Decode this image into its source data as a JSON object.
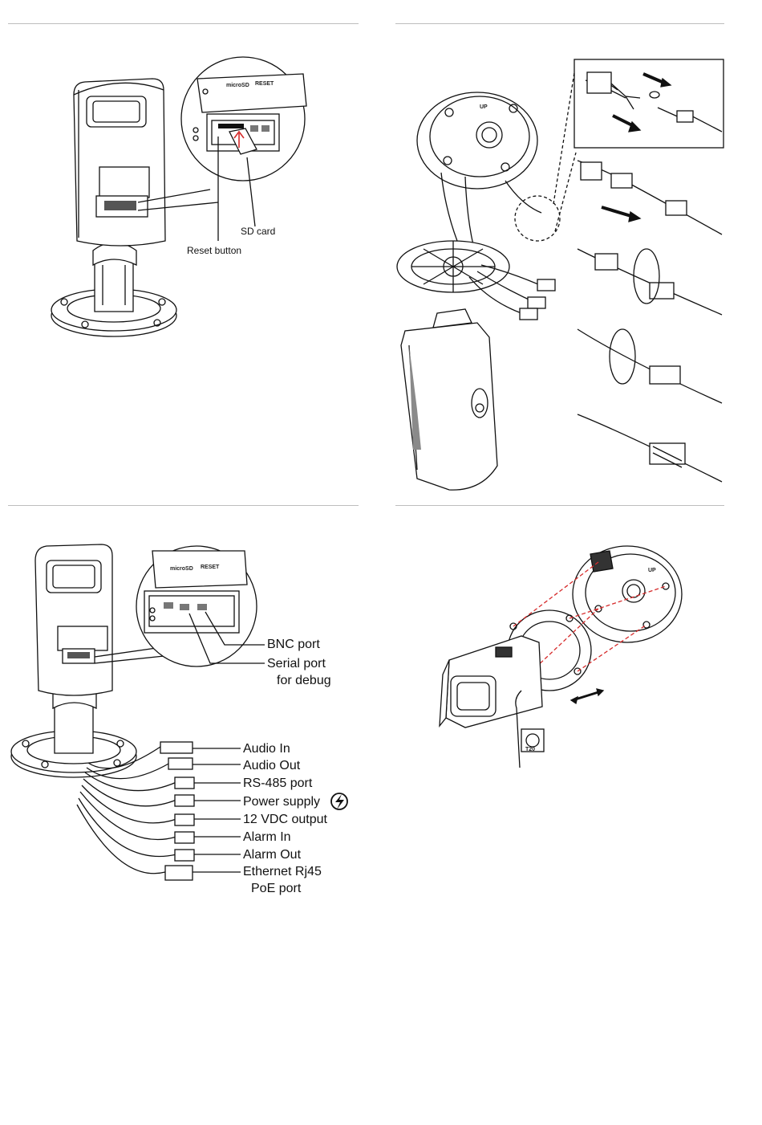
{
  "panel1": {
    "tiny_labels": {
      "microsd": "microSD",
      "reset": "RESET"
    },
    "labels": {
      "sd_card": "SD card",
      "reset_button": "Reset button"
    }
  },
  "panel3": {
    "tiny_labels": {
      "microsd": "microSD",
      "reset": "RESET"
    },
    "labels": {
      "bnc": "BNC port",
      "serial_line1": "Serial port",
      "serial_line2": "for debug"
    },
    "connectors": [
      {
        "label": "Audio In"
      },
      {
        "label": "Audio Out"
      },
      {
        "label": "RS-485 port"
      },
      {
        "label": "Power supply"
      },
      {
        "label": "12 VDC output"
      },
      {
        "label": "Alarm In"
      },
      {
        "label": "Alarm Out"
      },
      {
        "label": "Ethernet Rj45",
        "label2": "PoE port"
      }
    ],
    "icons": {
      "power": "lightning-bolt-icon"
    }
  },
  "panel4": {
    "tiny_labels": {
      "up": "UP",
      "torx": "T20"
    }
  },
  "colors": {
    "line": "#111111",
    "rule": "#bdbdbd",
    "dashed_red": "#d62b2b",
    "gray_fill": "#8a8a8a"
  }
}
